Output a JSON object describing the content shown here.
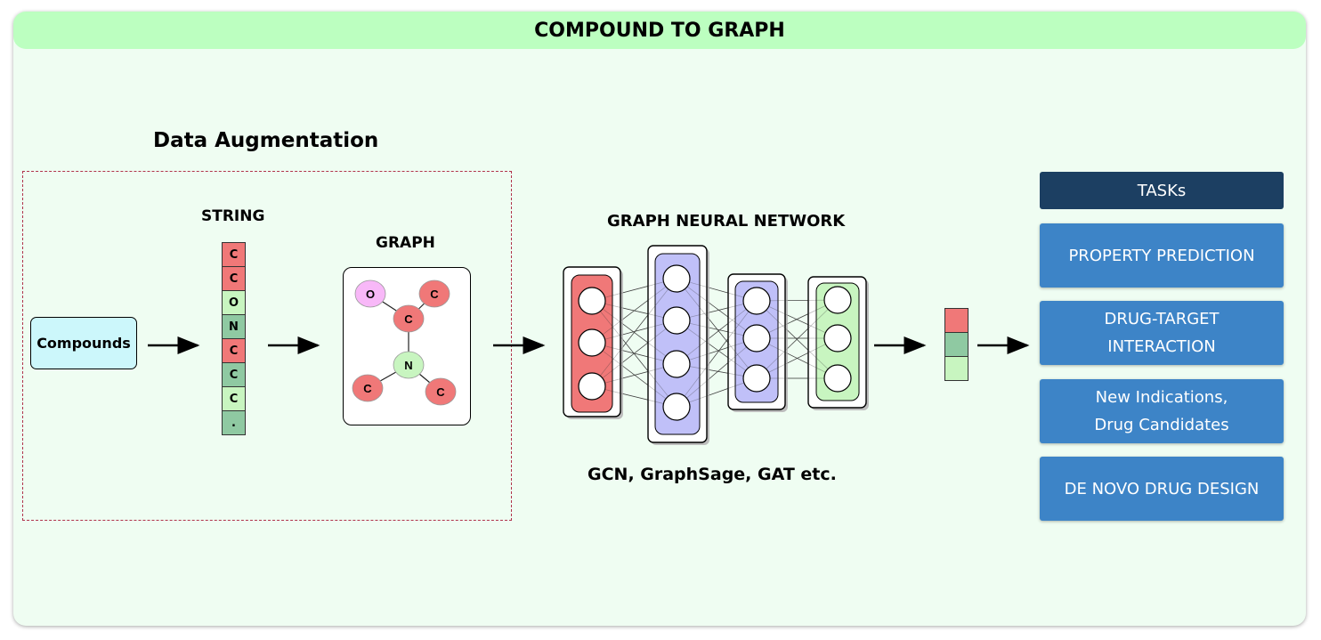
{
  "title": "COMPOUND TO GRAPH",
  "augmentation": {
    "title": "Data Augmentation",
    "compounds_label": "Compounds",
    "string_label": "STRING",
    "string_cells": [
      {
        "text": "C",
        "color": "#f07878"
      },
      {
        "text": "C",
        "color": "#f07878"
      },
      {
        "text": "O",
        "color": "#c8f5c0"
      },
      {
        "text": "N",
        "color": "#8fc9a2"
      },
      {
        "text": "C",
        "color": "#f07878"
      },
      {
        "text": "C",
        "color": "#8fc9a2"
      },
      {
        "text": "C",
        "color": "#c8f5c0"
      },
      {
        "text": ".",
        "color": "#8fc9a2"
      }
    ],
    "graph_label": "GRAPH",
    "graph_nodes": [
      "O",
      "C",
      "C",
      "N",
      "C",
      "C"
    ]
  },
  "gnn": {
    "title": "GRAPH NEURAL NETWORK",
    "caption": "GCN, GraphSage, GAT etc.",
    "layer_colors": [
      "#f07878",
      "#c0c0f8",
      "#c0c0f8",
      "#c8f5c0"
    ]
  },
  "embedding_colors": [
    "#f07878",
    "#8fc9a2",
    "#c8f5c0"
  ],
  "tasks": {
    "header": "TASKs",
    "items": [
      {
        "line1": "PROPERTY PREDICTION",
        "line2": ""
      },
      {
        "line1": "DRUG-TARGET",
        "line2": "INTERACTION"
      },
      {
        "line1": "New Indications,",
        "line2": "Drug Candidates"
      },
      {
        "line1": "DE NOVO DRUG DESIGN",
        "line2": ""
      }
    ]
  },
  "colors": {
    "panel_bg": "#effdf2",
    "title_bg": "#bcffc0",
    "tasks_header_bg": "#1c3f62",
    "task_bg": "#3d84c7"
  }
}
